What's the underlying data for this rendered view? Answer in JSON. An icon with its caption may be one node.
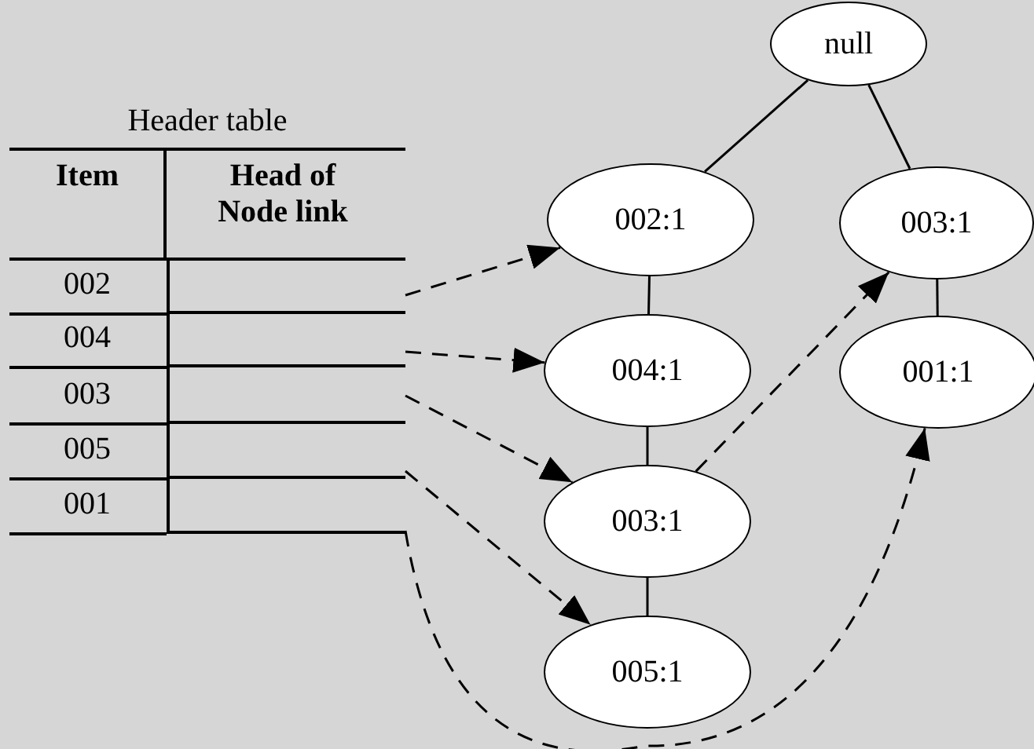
{
  "diagram": {
    "nodes": [
      {
        "text": [
          "null"
        ]
      },
      {
        "text": [
          "002:1"
        ]
      },
      {
        "text": [
          "003:1"
        ]
      },
      {
        "text": [
          "004:1"
        ]
      },
      {
        "text": [
          "001:1"
        ]
      },
      {
        "text": [
          "003:1"
        ]
      },
      {
        "text": [
          "005:1"
        ]
      },
      {
        "text": [],
        "shape": "box"
      },
      {
        "text": [],
        "shape": "box"
      },
      {
        "text": [],
        "shape": "box"
      },
      {
        "text": [],
        "shape": "box"
      },
      {
        "text": [],
        "shape": "box"
      }
    ],
    "edges": [
      {
        "from": 0,
        "to": 1,
        "arrow": "none"
      },
      {
        "from": 0,
        "to": 2,
        "arrow": "none"
      },
      {
        "from": 1,
        "to": 3,
        "arrow": "none"
      },
      {
        "from": 3,
        "to": 5,
        "arrow": "none"
      },
      {
        "from": 5,
        "to": 6,
        "arrow": "none"
      },
      {
        "from": 2,
        "to": 4,
        "arrow": "none"
      },
      {
        "from": 7,
        "to": 1,
        "arrow": "to",
        "style": "dashed"
      },
      {
        "from": 8,
        "to": 3,
        "arrow": "to",
        "style": "dashed"
      },
      {
        "from": 9,
        "to": 5,
        "arrow": "to",
        "style": "dashed"
      },
      {
        "from": 10,
        "to": 6,
        "arrow": "to",
        "style": "dashed"
      },
      {
        "from": 11,
        "to": 4,
        "arrow": "to",
        "style": "dashed"
      },
      {
        "from": 5,
        "to": 2,
        "arrow": "to",
        "style": "dashed"
      }
    ],
    "labels": [
      "Header table",
      "Item",
      "Head of Node link",
      "002",
      "004",
      "003",
      "005",
      "001"
    ]
  }
}
